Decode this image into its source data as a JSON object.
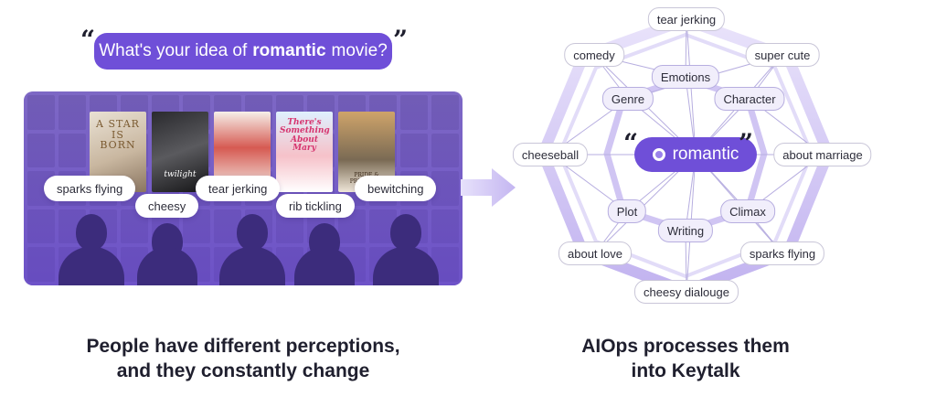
{
  "left": {
    "question_prefix": "What's your idea of",
    "question_keyword": "romantic",
    "question_suffix": "movie?",
    "open_quote": "“",
    "close_quote": "”",
    "posters": [
      {
        "title": "A STAR IS BORN"
      },
      {
        "title": "twilight"
      },
      {
        "title": ""
      },
      {
        "title": "There's Something About Mary"
      },
      {
        "title": "PRIDE & PREJUDICE"
      }
    ],
    "chips": [
      "sparks flying",
      "cheesy",
      "tear jerking",
      "rib tickling",
      "bewitching"
    ],
    "caption_line1": "People have different perceptions,",
    "caption_line2": "and they constantly change"
  },
  "right": {
    "center_label": "romantic",
    "open_quote": "“",
    "close_quote": "”",
    "inner_nodes": [
      "Emotions",
      "Character",
      "Genre",
      "Plot",
      "Writing",
      "Climax"
    ],
    "outer_nodes": [
      "tear jerking",
      "comedy",
      "super cute",
      "cheeseball",
      "about marriage",
      "about love",
      "sparks flying",
      "cheesy dialouge"
    ],
    "caption_line1": "AIOps processes them",
    "caption_line2": "into Keytalk"
  },
  "colors": {
    "accent": "#6f4fd8",
    "silhouette": "#3c2c7c",
    "ring": "#b9a9ee"
  }
}
